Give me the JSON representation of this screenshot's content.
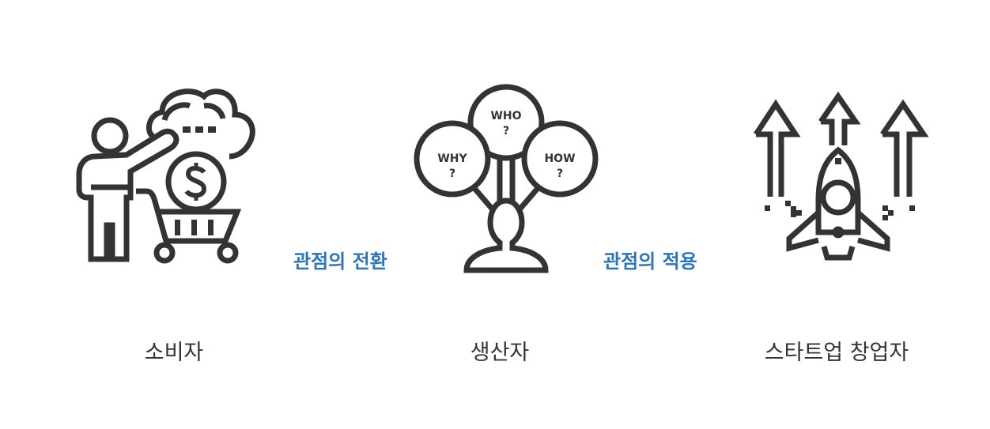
{
  "stages": [
    {
      "label": "소비자",
      "icon": "consumer-cart-icon"
    },
    {
      "label": "생산자",
      "icon": "producer-thinking-icon"
    },
    {
      "label": "스타트업 창업자",
      "icon": "startup-rocket-icon"
    }
  ],
  "transitions": [
    {
      "label": "관점의 전환"
    },
    {
      "label": "관점의 적용"
    }
  ],
  "bubbles": {
    "who": {
      "word": "WHO",
      "mark": "?"
    },
    "why": {
      "word": "WHY",
      "mark": "?"
    },
    "how": {
      "word": "HOW",
      "mark": "?"
    }
  },
  "colors": {
    "icon": "#333333",
    "accent": "#2e75b6",
    "text": "#333333",
    "background": "#ffffff"
  }
}
